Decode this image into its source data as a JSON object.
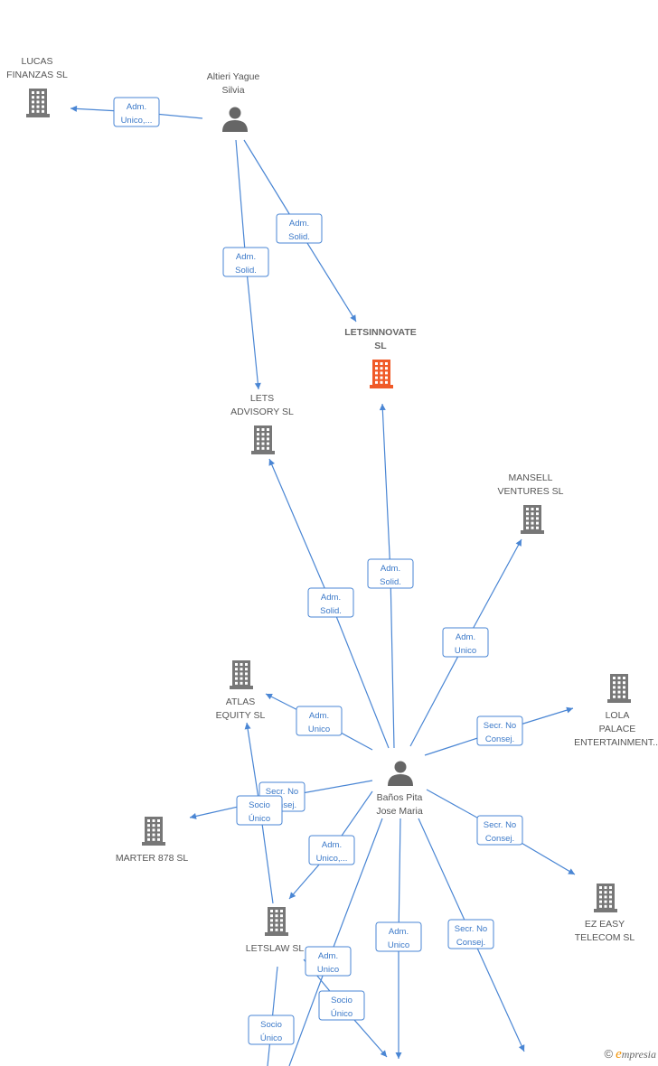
{
  "colors": {
    "edge": "#4a86d4",
    "company": "#777777",
    "focus_company": "#f05a28",
    "person": "#666666"
  },
  "nodes": {
    "lucas": {
      "lines": [
        "LUCAS",
        "FINANZAS SL"
      ],
      "icon": "building-icon"
    },
    "altieri": {
      "lines": [
        "Altieri Yague",
        "Silvia"
      ],
      "icon": "person-icon"
    },
    "letsinnovate": {
      "lines": [
        "LETSINNOVATE",
        "SL"
      ],
      "icon": "building-icon"
    },
    "lets_advisory": {
      "lines": [
        "LETS",
        "ADVISORY SL"
      ],
      "icon": "building-icon"
    },
    "mansell": {
      "lines": [
        "MANSELL",
        "VENTURES SL"
      ],
      "icon": "building-icon"
    },
    "atlas": {
      "lines": [
        "ATLAS",
        "EQUITY SL"
      ],
      "icon": "building-icon"
    },
    "lola": {
      "lines": [
        "LOLA",
        "PALACE",
        "ENTERTAINMENT..."
      ],
      "icon": "building-icon"
    },
    "banos": {
      "lines": [
        "Baños Pita",
        "Jose Maria"
      ],
      "icon": "person-icon"
    },
    "marter": {
      "lines": [
        "MARTER 878 SL"
      ],
      "icon": "building-icon"
    },
    "ez_easy": {
      "lines": [
        "EZ EASY",
        "TELECOM SL"
      ],
      "icon": "building-icon"
    },
    "letslaw": {
      "lines": [
        "LETSLAW SL"
      ],
      "icon": "building-icon"
    }
  },
  "edges": [
    {
      "label": [
        "Adm.",
        "Unico,..."
      ]
    },
    {
      "label": [
        "Adm.",
        "Solid."
      ]
    },
    {
      "label": [
        "Adm.",
        "Solid."
      ]
    },
    {
      "label": [
        "Adm.",
        "Solid."
      ]
    },
    {
      "label": [
        "Adm.",
        "Solid."
      ]
    },
    {
      "label": [
        "Adm.",
        "Unico"
      ]
    },
    {
      "label": [
        "Adm.",
        "Unico"
      ]
    },
    {
      "label": [
        "Secr. No",
        "Consej."
      ]
    },
    {
      "label": [
        "Secr. No",
        "Consej."
      ]
    },
    {
      "label": [
        "Socio",
        "Único"
      ]
    },
    {
      "label": [
        "Adm.",
        "Unico,..."
      ]
    },
    {
      "label": [
        "Secr. No",
        "Consej."
      ]
    },
    {
      "label": [
        "Adm.",
        "Unico"
      ]
    },
    {
      "label": [
        "Secr. No",
        "Consej."
      ]
    },
    {
      "label": [
        "Adm.",
        "Unico"
      ]
    },
    {
      "label": [
        "Socio",
        "Único"
      ]
    },
    {
      "label": [
        "Socio",
        "Único"
      ]
    }
  ],
  "watermark": {
    "symbol": "©",
    "brand_initial": "e",
    "brand_rest": "mpresia"
  }
}
